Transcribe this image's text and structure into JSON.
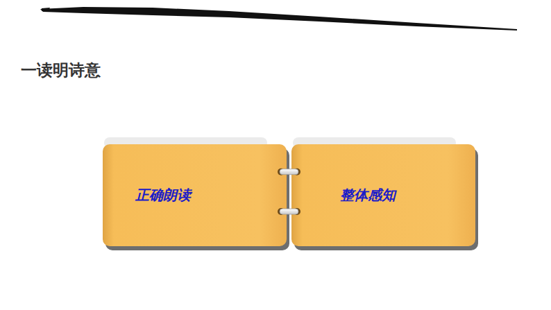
{
  "diagram": {
    "title": "一读明诗意",
    "nodes": [
      {
        "text": [
          "正确朗读"
        ]
      },
      {
        "text": [
          "整体感知"
        ]
      }
    ]
  }
}
